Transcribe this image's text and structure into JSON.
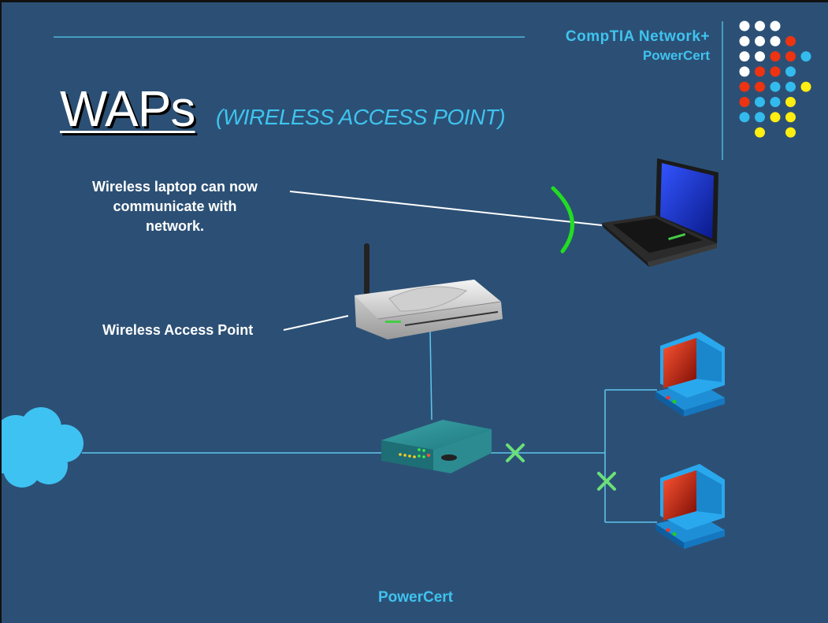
{
  "header": {
    "title": "CompTIA Network+",
    "subtitle": "PowerCert"
  },
  "slide": {
    "title": "WAPs",
    "subtitle": "(WIRELESS ACCESS POINT)"
  },
  "labels": {
    "laptop_line1": "Wireless laptop can now",
    "laptop_line2": "communicate with",
    "laptop_line3": "network.",
    "wap": "Wireless Access Point"
  },
  "footer": {
    "brand": "PowerCert"
  },
  "colors": {
    "background": "#2c5075",
    "accent": "#3fc3ef",
    "link_line": "#5fc6ee",
    "signal_green": "#22dd22",
    "dot_white": "#ffffff",
    "dot_red": "#ee3311",
    "dot_cyan": "#33bbee",
    "dot_yellow": "#ffee11"
  },
  "decor": {
    "dot_grid": [
      [
        "white",
        "white",
        "white",
        "empty",
        "empty"
      ],
      [
        "white",
        "white",
        "white",
        "red",
        "empty"
      ],
      [
        "white",
        "white",
        "red",
        "red",
        "cyan"
      ],
      [
        "white",
        "red",
        "red",
        "cyan",
        "empty"
      ],
      [
        "red",
        "red",
        "cyan",
        "cyan",
        "yellow"
      ],
      [
        "red",
        "cyan",
        "cyan",
        "yellow",
        "empty"
      ],
      [
        "cyan",
        "cyan",
        "yellow",
        "yellow",
        "empty"
      ],
      [
        "empty",
        "yellow",
        "empty",
        "yellow",
        "empty"
      ]
    ]
  }
}
